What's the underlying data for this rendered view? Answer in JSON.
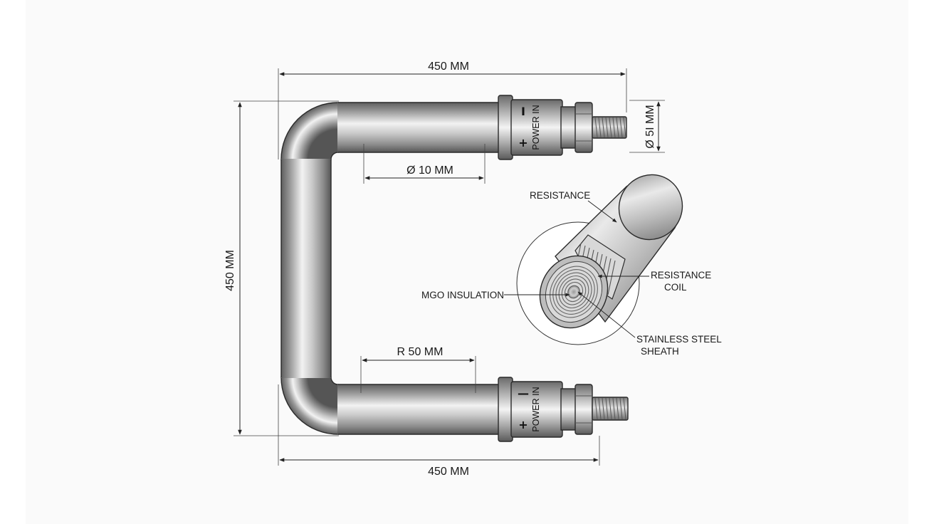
{
  "drawing": {
    "dimensions": {
      "top_width": "450 MM",
      "bottom_width": "450 MM",
      "height": "450 MM",
      "tube_diameter": "Ø 10 MM",
      "bend_radius": "R 50 MM",
      "terminal_diameter": "Ø 5I MM"
    },
    "terminals": {
      "top": {
        "label": "POWER IN",
        "plus": "+",
        "minus": "I"
      },
      "bottom": {
        "label": "POWER IN",
        "plus": "+",
        "minus": "—"
      }
    },
    "callouts": {
      "resistance": "RESISTANCE",
      "resistance_coil_line1": "RESISTANCE",
      "resistance_coil_line2": "COIL",
      "mgo_insulation": "MGO INSULATION",
      "sheath_line1": "STAINLESS STEEL",
      "sheath_line2": "SHEATH"
    },
    "colors": {
      "metal_dark": "#6e6e6e",
      "metal_mid": "#a8a8a8",
      "metal_light": "#eeeeee",
      "line": "#222222"
    }
  }
}
